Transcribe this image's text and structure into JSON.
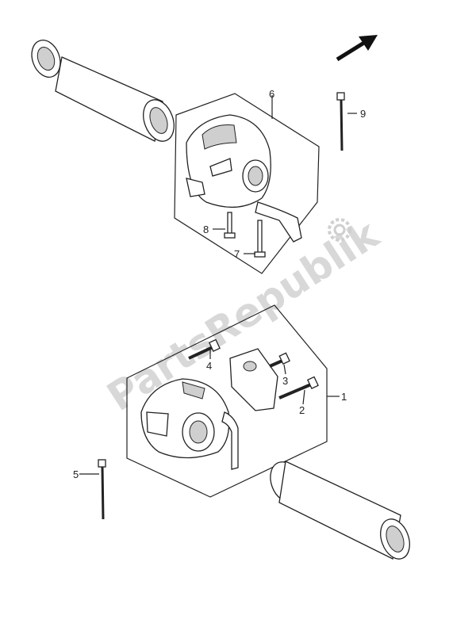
{
  "watermark": {
    "text": "PartsRepublik",
    "gear_icon": "gear-icon"
  },
  "callouts": {
    "c1": "1",
    "c2": "2",
    "c3": "3",
    "c4": "4",
    "c5": "5",
    "c6": "6",
    "c7": "7",
    "c8": "8",
    "c9": "9"
  },
  "direction_arrow": "arrow-upper-right-icon"
}
